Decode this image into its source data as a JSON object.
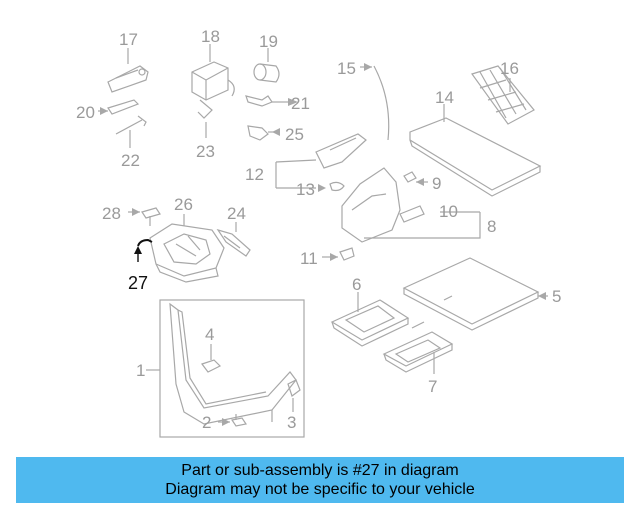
{
  "diagram": {
    "highlight_color": "#111111",
    "line_color": "#a8a8a8",
    "callouts": {
      "n1": "1",
      "n2": "2",
      "n3": "3",
      "n4": "4",
      "n5": "5",
      "n6": "6",
      "n7": "7",
      "n8": "8",
      "n9": "9",
      "n10": "10",
      "n11": "11",
      "n12": "12",
      "n13": "13",
      "n14": "14",
      "n15": "15",
      "n16": "16",
      "n17": "17",
      "n18": "18",
      "n19": "19",
      "n20": "20",
      "n21": "21",
      "n22": "22",
      "n23": "23",
      "n24": "24",
      "n25": "25",
      "n26": "26",
      "n27": "27",
      "n28": "28"
    }
  },
  "banner": {
    "background": "#4fb9ef",
    "line1": "Part or sub-assembly is #27 in diagram",
    "line2": "Diagram may not be specific to your vehicle"
  }
}
